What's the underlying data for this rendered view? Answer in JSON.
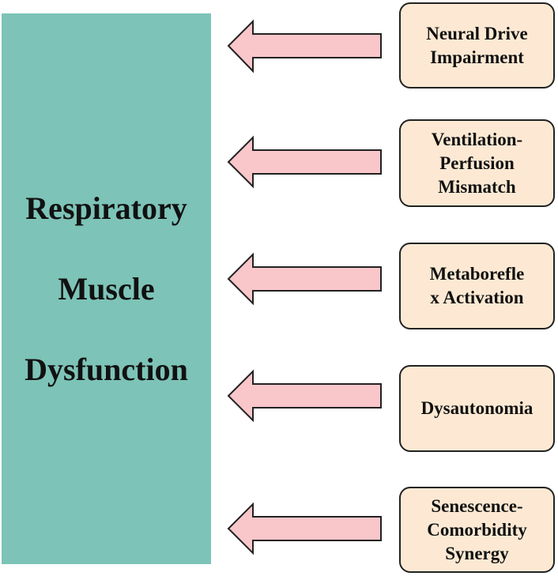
{
  "main": {
    "lines": [
      "Respiratory",
      "Muscle",
      "Dysfunction"
    ]
  },
  "causes": [
    {
      "lines": [
        "Neural Drive",
        "Impairment"
      ]
    },
    {
      "lines": [
        "Ventilation-",
        "Perfusion",
        "Mismatch"
      ]
    },
    {
      "lines": [
        "Metaborefle",
        "x Activation"
      ]
    },
    {
      "lines": [
        "Dysautonomia"
      ]
    },
    {
      "lines": [
        "Senescence-",
        "Comorbidity",
        "Synergy"
      ]
    }
  ],
  "colors": {
    "main_fill": "#7dc3b7",
    "cause_fill": "#fde9d3",
    "arrow_fill": "#f9c6ca",
    "outline": "#222222"
  }
}
